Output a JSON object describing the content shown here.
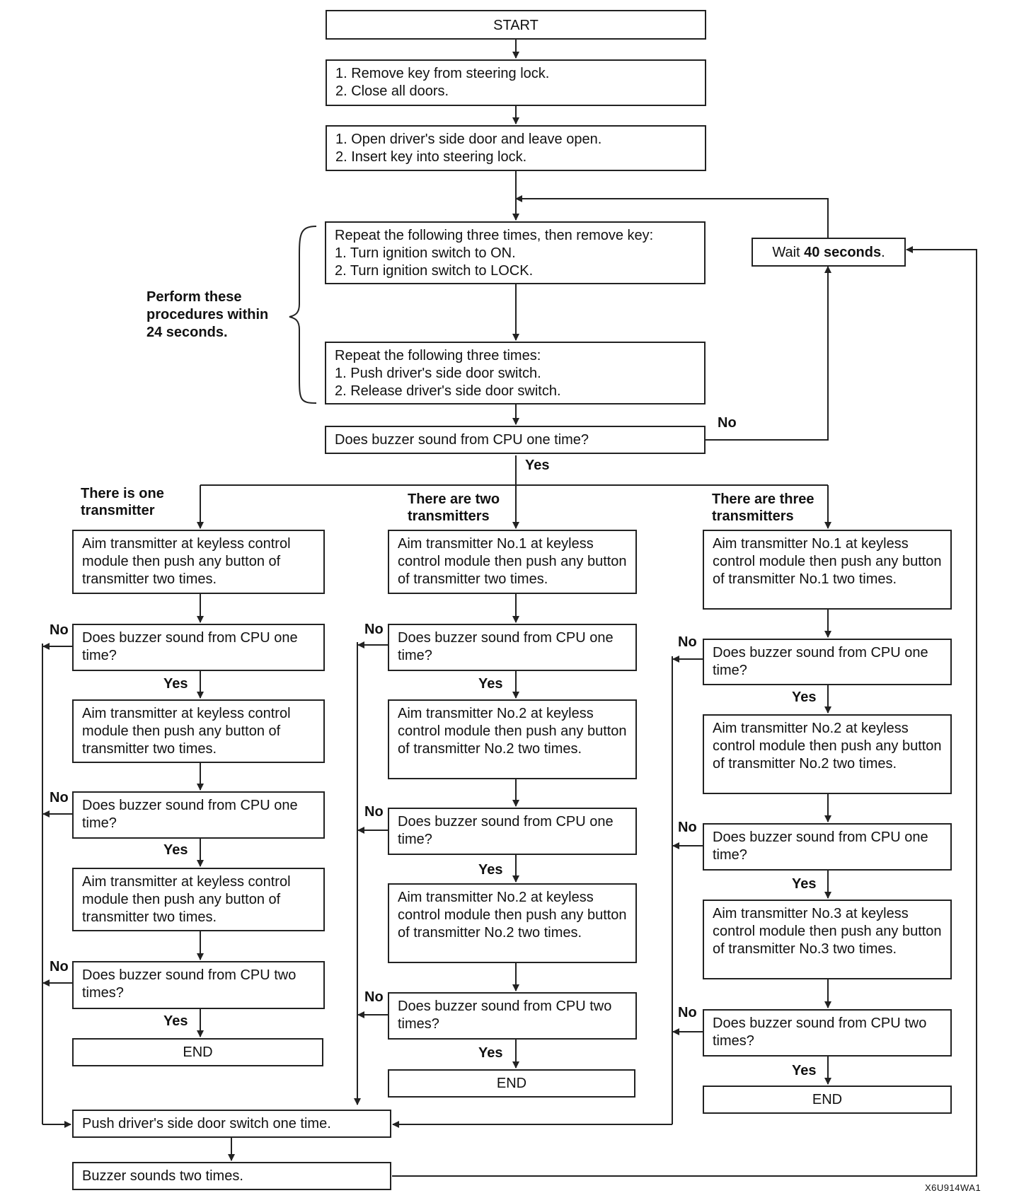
{
  "start": "START",
  "step1": {
    "l1": "1.  Remove key from steering lock.",
    "l2": "2.  Close all doors."
  },
  "step2": {
    "l1": "1.  Open driver's side door and leave open.",
    "l2": "2.  Insert key into steering lock."
  },
  "step3": {
    "l1": "Repeat the following three times, then remove key:",
    "l2": "1.  Turn ignition switch to ON.",
    "l3": "2.  Turn ignition switch to LOCK."
  },
  "step4": {
    "l1": "Repeat the following three times:",
    "l2": "1.  Push driver's side door switch.",
    "l3": "2.  Release driver's side door switch."
  },
  "perform_note": {
    "l1": "Perform these",
    "l2": "procedures within",
    "l3": "24 seconds."
  },
  "wait": {
    "pre": "Wait ",
    "bold": "40 seconds",
    "post": "."
  },
  "question_main": "Does buzzer sound from CPU one time?",
  "labels": {
    "yes": "Yes",
    "no": "No"
  },
  "branches": {
    "one": {
      "heading_l1": "There is one",
      "heading_l2": "transmitter"
    },
    "two": {
      "heading_l1": "There are two",
      "heading_l2": "transmitters"
    },
    "three": {
      "heading_l1": "There are three",
      "heading_l2": "transmitters"
    }
  },
  "col1": {
    "aim1": "Aim transmitter at keyless control module then push any button of transmitter two times.",
    "q1": "Does buzzer sound from CPU one time?",
    "aim2": "Aim transmitter at keyless control module then push any button of transmitter two times.",
    "q2": "Does buzzer sound from CPU one time?",
    "aim3": "Aim transmitter at keyless control module then push any button of transmitter two times.",
    "q3": "Does buzzer sound from CPU two times?",
    "end": "END"
  },
  "col2": {
    "aim1": "Aim transmitter No.1 at keyless control module then push any button of transmitter two times.",
    "q1": "Does buzzer sound from CPU one time?",
    "aim2": "Aim transmitter No.2 at keyless control module then push any button of transmitter No.2 two times.",
    "q2": "Does buzzer sound from CPU one time?",
    "aim3": "Aim transmitter No.2 at keyless control module then push any button of transmitter No.2 two times.",
    "q3": "Does buzzer sound from CPU two times?",
    "end": "END"
  },
  "col3": {
    "aim1": "Aim transmitter No.1 at keyless control module then push any button of transmitter No.1 two times.",
    "q1": "Does buzzer sound from CPU one time?",
    "aim2": "Aim transmitter No.2 at keyless control module then push any button of transmitter No.2 two times.",
    "q2": "Does buzzer sound from CPU one time?",
    "aim3": "Aim transmitter No.3 at keyless control module then push any button of transmitter No.3 two times.",
    "q3": "Does buzzer sound from CPU two times?",
    "end": "END"
  },
  "push_once": "Push driver's side door switch one time.",
  "buzzer_twice": "Buzzer sounds two times.",
  "figure_code": "X6U914WA1"
}
